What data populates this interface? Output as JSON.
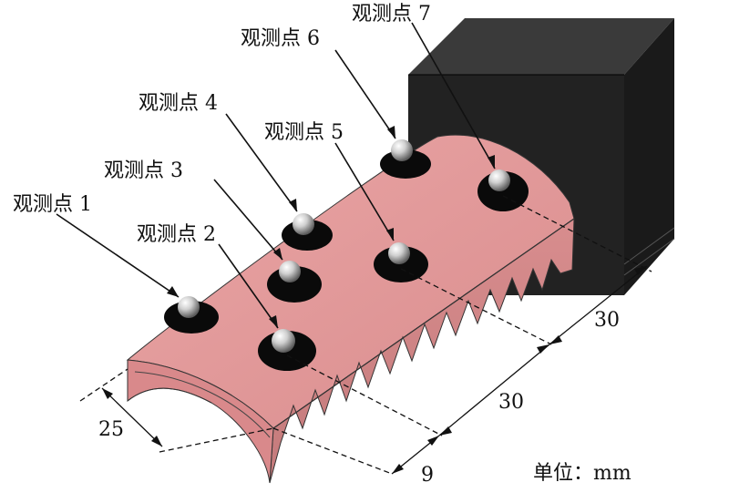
{
  "labels": {
    "p1": "观测点 1",
    "p2": "观测点 2",
    "p3": "观测点 3",
    "p4": "观测点 4",
    "p5": "观测点 5",
    "p6": "观测点 6",
    "p7": "观测点 7"
  },
  "dimensions": {
    "d25": "25",
    "d9": "9",
    "d30a": "30",
    "d30b": "30"
  },
  "unit": "单位：mm",
  "colors": {
    "body": "#e4989a",
    "body_dark": "#c9817f",
    "block": "#2b2b2b",
    "marker": "#0a0a0a",
    "ball": "#d6d6d6"
  }
}
